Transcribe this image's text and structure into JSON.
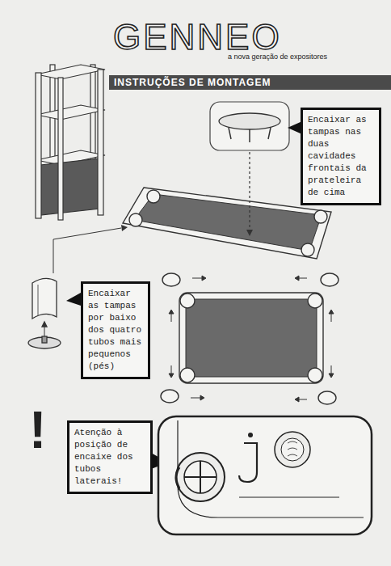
{
  "diagram": {
    "title": "GENNEO",
    "nodes": [
      {
        "text": [
          "INSTRUÇÕES DE MONTAGEM"
        ]
      },
      {
        "text": [
          "Encaixar as tampas nas duas cavidades frontais da prateleira de cima"
        ]
      },
      {
        "text": [
          "Encaixar as tampas por baixo dos quatro tubos mais pequenos (pés)"
        ]
      },
      {
        "text": [
          "Atenção à posição de encaixe dos tubos laterais!"
        ]
      }
    ],
    "labels": [
      "a nova geração de expositores",
      "!"
    ]
  }
}
